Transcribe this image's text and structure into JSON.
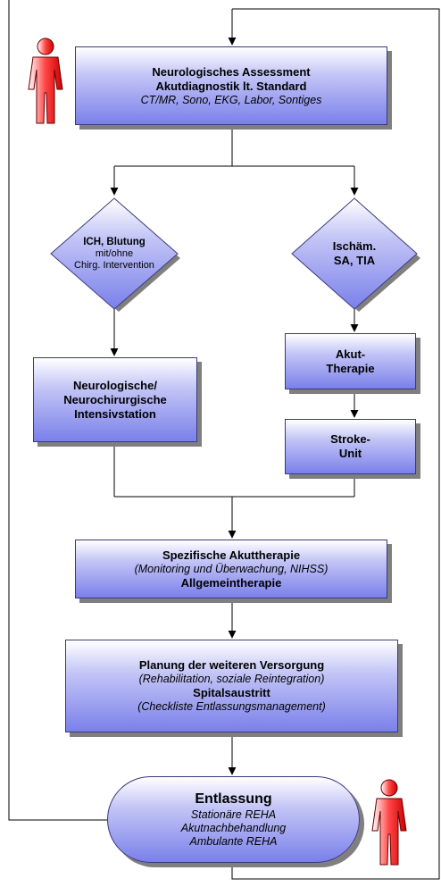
{
  "nodes": {
    "assessment": {
      "title": "Neurologisches Assessment",
      "subtitle": "Akutdiagnostik lt. Standard",
      "detail": "CT/MR, Sono, EKG, Labor, Sontiges"
    },
    "decision_ich": {
      "title": "ICH, Blutung",
      "line2": "mit/ohne",
      "line3": "Chirg. Intervention"
    },
    "decision_isch": {
      "line1": "Ischäm.",
      "line2": "SA, TIA"
    },
    "intensiv": {
      "line1": "Neurologische/",
      "line2": "Neurochirurgische",
      "line3": "Intensivstation"
    },
    "akuttherapie": {
      "line1": "Akut-",
      "line2": "Therapie"
    },
    "stroke_unit": {
      "line1": "Stroke-",
      "line2": "Unit"
    },
    "spezifisch": {
      "title": "Spezifische Akuttherapie",
      "detail": "(Monitoring und Überwachung, NIHSS)",
      "footer": "Allgemeintherapie"
    },
    "planung": {
      "title": "Planung der weiteren Versorgung",
      "detail": "(Rehabilitation, soziale Reintegration)",
      "footer": "Spitalsaustritt",
      "footer_detail": "(Checkliste Entlassungsmanagement)"
    },
    "entlassung": {
      "title": "Entlassung",
      "line1": "Stationäre REHA",
      "line2": "Akutnachbehandlung",
      "line3": "Ambulante REHA"
    }
  },
  "colors": {
    "box_fill_top": "#ffffff",
    "box_fill_bottom": "#7a80ea",
    "diamond_fill": "#8a8ff0",
    "border": "#3a3a7a",
    "shadow": "#7f7f7f",
    "figure": "#ee1111",
    "line": "#000000"
  },
  "icons": [
    "person-figure-icon",
    "person-figure-icon"
  ]
}
